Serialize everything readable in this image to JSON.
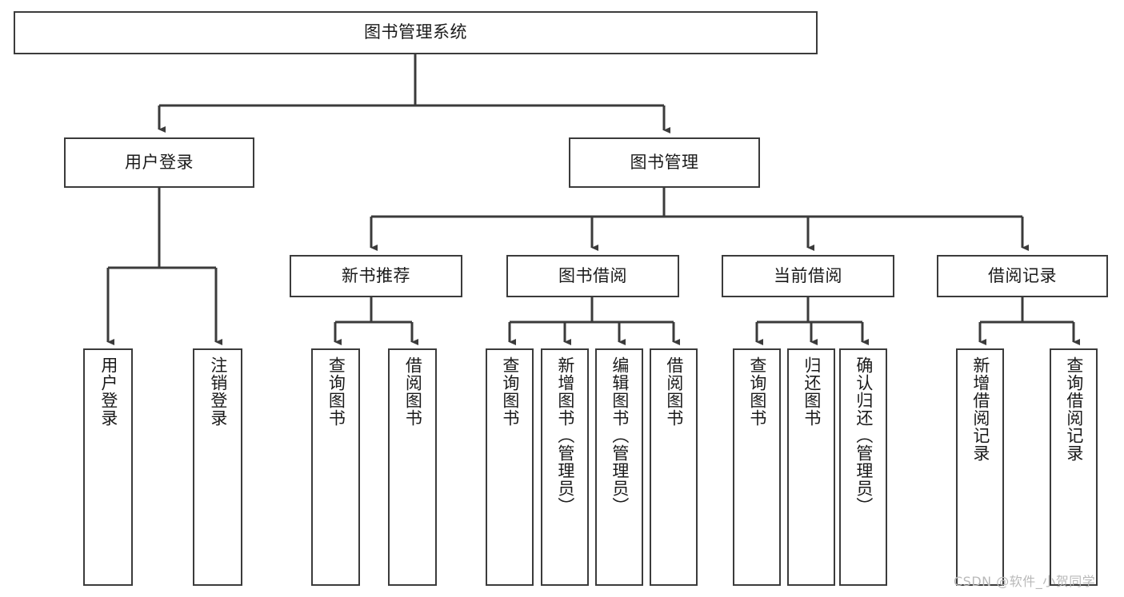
{
  "diagram": {
    "title": "图书管理系统",
    "type": "hierarchy-tree",
    "watermark": "CSDN @软件_小贺同学",
    "colors": {
      "background": "#ffffff",
      "box_border": "#3b3b3b",
      "box_fill": "#ffffff",
      "connector": "#3b3b3b",
      "text": "#1a1a1a",
      "watermark": "#b9b9b9"
    }
  },
  "nodes": {
    "root": {
      "label": "图书管理系统"
    },
    "level2": [
      {
        "id": "user-login",
        "label": "用户登录"
      },
      {
        "id": "book-manage",
        "label": "图书管理"
      }
    ],
    "level3": [
      {
        "id": "new-book-recommend",
        "label": "新书推荐"
      },
      {
        "id": "book-borrow",
        "label": "图书借阅"
      },
      {
        "id": "current-borrow",
        "label": "当前借阅"
      },
      {
        "id": "borrow-record",
        "label": "借阅记录"
      }
    ],
    "leaves": {
      "user-login": [
        {
          "id": "leaf-user-login",
          "label": "用户登录"
        },
        {
          "id": "leaf-logout-login",
          "label": "注销登录"
        }
      ],
      "new-book-recommend": [
        {
          "id": "leaf-query-book-1",
          "label": "查询图书"
        },
        {
          "id": "leaf-borrow-book-1",
          "label": "借阅图书"
        }
      ],
      "book-borrow": [
        {
          "id": "leaf-query-book-2",
          "label": "查询图书"
        },
        {
          "id": "leaf-add-book",
          "label": "新增图书（管理员）"
        },
        {
          "id": "leaf-edit-book",
          "label": "编辑图书（管理员）"
        },
        {
          "id": "leaf-borrow-book-2",
          "label": "借阅图书"
        }
      ],
      "current-borrow": [
        {
          "id": "leaf-query-book-3",
          "label": "查询图书"
        },
        {
          "id": "leaf-return-book",
          "label": "归还图书"
        },
        {
          "id": "leaf-confirm-return",
          "label": "确认归还（管理员）"
        }
      ],
      "borrow-record": [
        {
          "id": "leaf-add-record",
          "label": "新增借阅记录"
        },
        {
          "id": "leaf-query-record",
          "label": "查询借阅记录"
        }
      ]
    }
  }
}
